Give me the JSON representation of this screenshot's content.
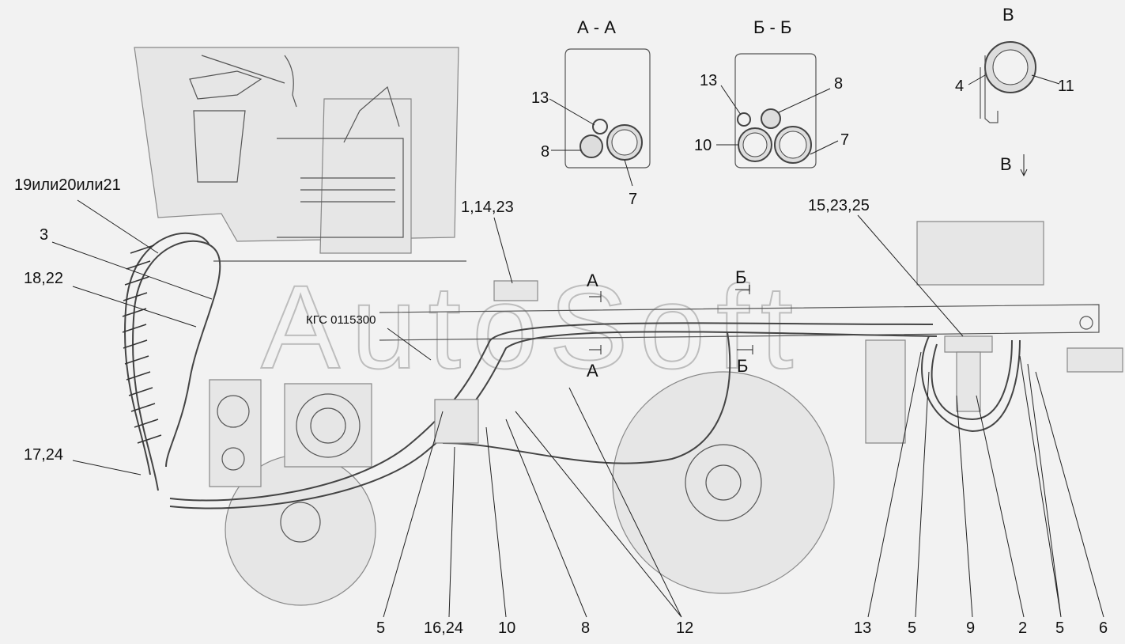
{
  "watermark": "AutoSoft",
  "model_label": "КГС 0115300",
  "sections": {
    "aa_title": "А - А",
    "bb_title": "Б - Б",
    "v_title": "В",
    "v_arrow": "В",
    "cut_a_top": "А",
    "cut_a_bottom": "А",
    "cut_b_top": "Б",
    "cut_b_bottom": "Б"
  },
  "aa_callouts": [
    "13",
    "8",
    "7"
  ],
  "bb_callouts": [
    "13",
    "8",
    "10",
    "7"
  ],
  "v_callouts": [
    "4",
    "11"
  ],
  "callouts_left": [
    "19или20или21",
    "3",
    "18,22",
    "17,24"
  ],
  "callouts_top": [
    "1,14,23",
    "15,23,25"
  ],
  "callouts_bottom": [
    "5",
    "16,24",
    "10",
    "8",
    "12",
    "13",
    "5",
    "9",
    "2",
    "5",
    "6"
  ],
  "colors": {
    "line": "#555555",
    "fill": "#e6e6e6",
    "text": "#111111",
    "watermark": "#bdbdbd"
  }
}
